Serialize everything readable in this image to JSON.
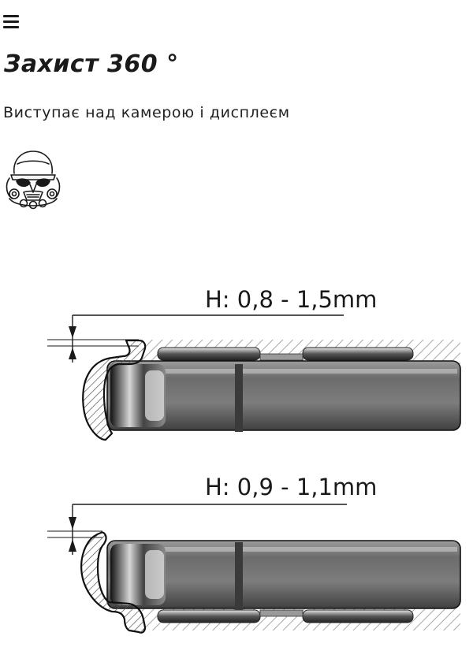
{
  "header": {
    "menu_icon": "hamburger-menu-icon"
  },
  "main": {
    "title": "Захист 360 °",
    "subtitle": "Виступає над камерою і дисплеєм",
    "mascot_icon": "stormtrooper-helmet-icon"
  },
  "diagram": {
    "top_label": "H: 0,8 - 1,5mm",
    "bottom_label": "H: 0,9 - 1,1mm"
  },
  "colors": {
    "text": "#1a1a1a",
    "phone_body": "#5a5a5a",
    "hatch": "#bdbdbd"
  }
}
